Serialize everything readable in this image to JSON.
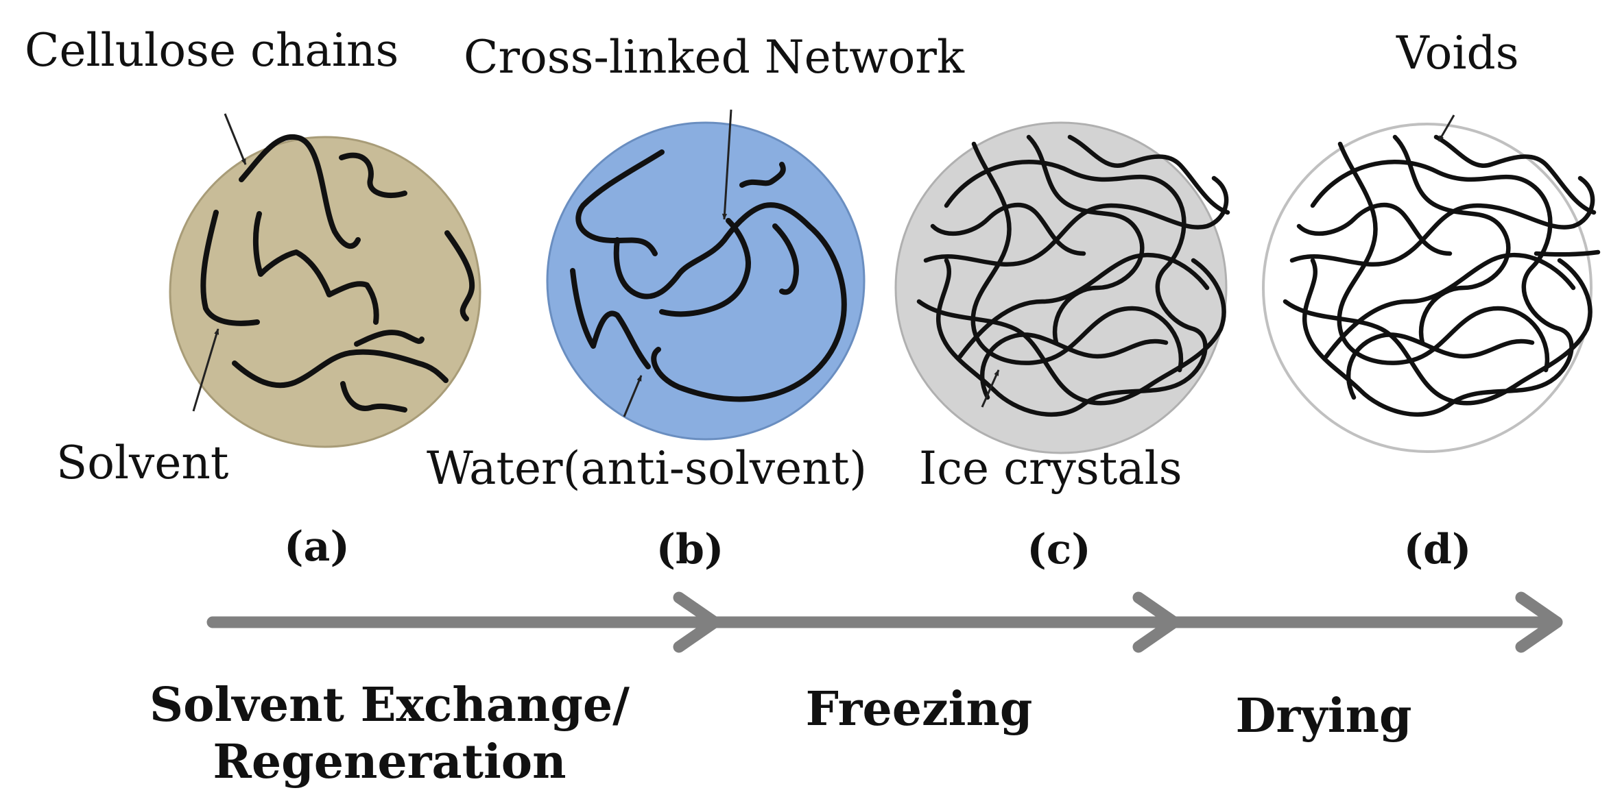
{
  "stages": [
    {
      "tag": "(a)",
      "top_label": "Cellulose chains",
      "bottom_label": "Solvent",
      "fill": "#c8bc98"
    },
    {
      "tag": "(b)",
      "top_label": "Cross-linked Network",
      "bottom_label": "Water(anti-solvent)",
      "fill": "#8aaee0"
    },
    {
      "tag": "(c)",
      "top_label": "",
      "bottom_label": "Ice crystals",
      "fill": "#d3d3d3"
    },
    {
      "tag": "(d)",
      "top_label": "Voids",
      "bottom_label": "",
      "fill": "#ffffff"
    }
  ],
  "steps": [
    {
      "line1": "Solvent Exchange/",
      "line2": "Regeneration"
    },
    {
      "line1": "Freezing"
    },
    {
      "line1": "Drying"
    }
  ],
  "colors": {
    "arrow": "#808080",
    "outline": "#c0c0c0",
    "chains": "#111111"
  }
}
